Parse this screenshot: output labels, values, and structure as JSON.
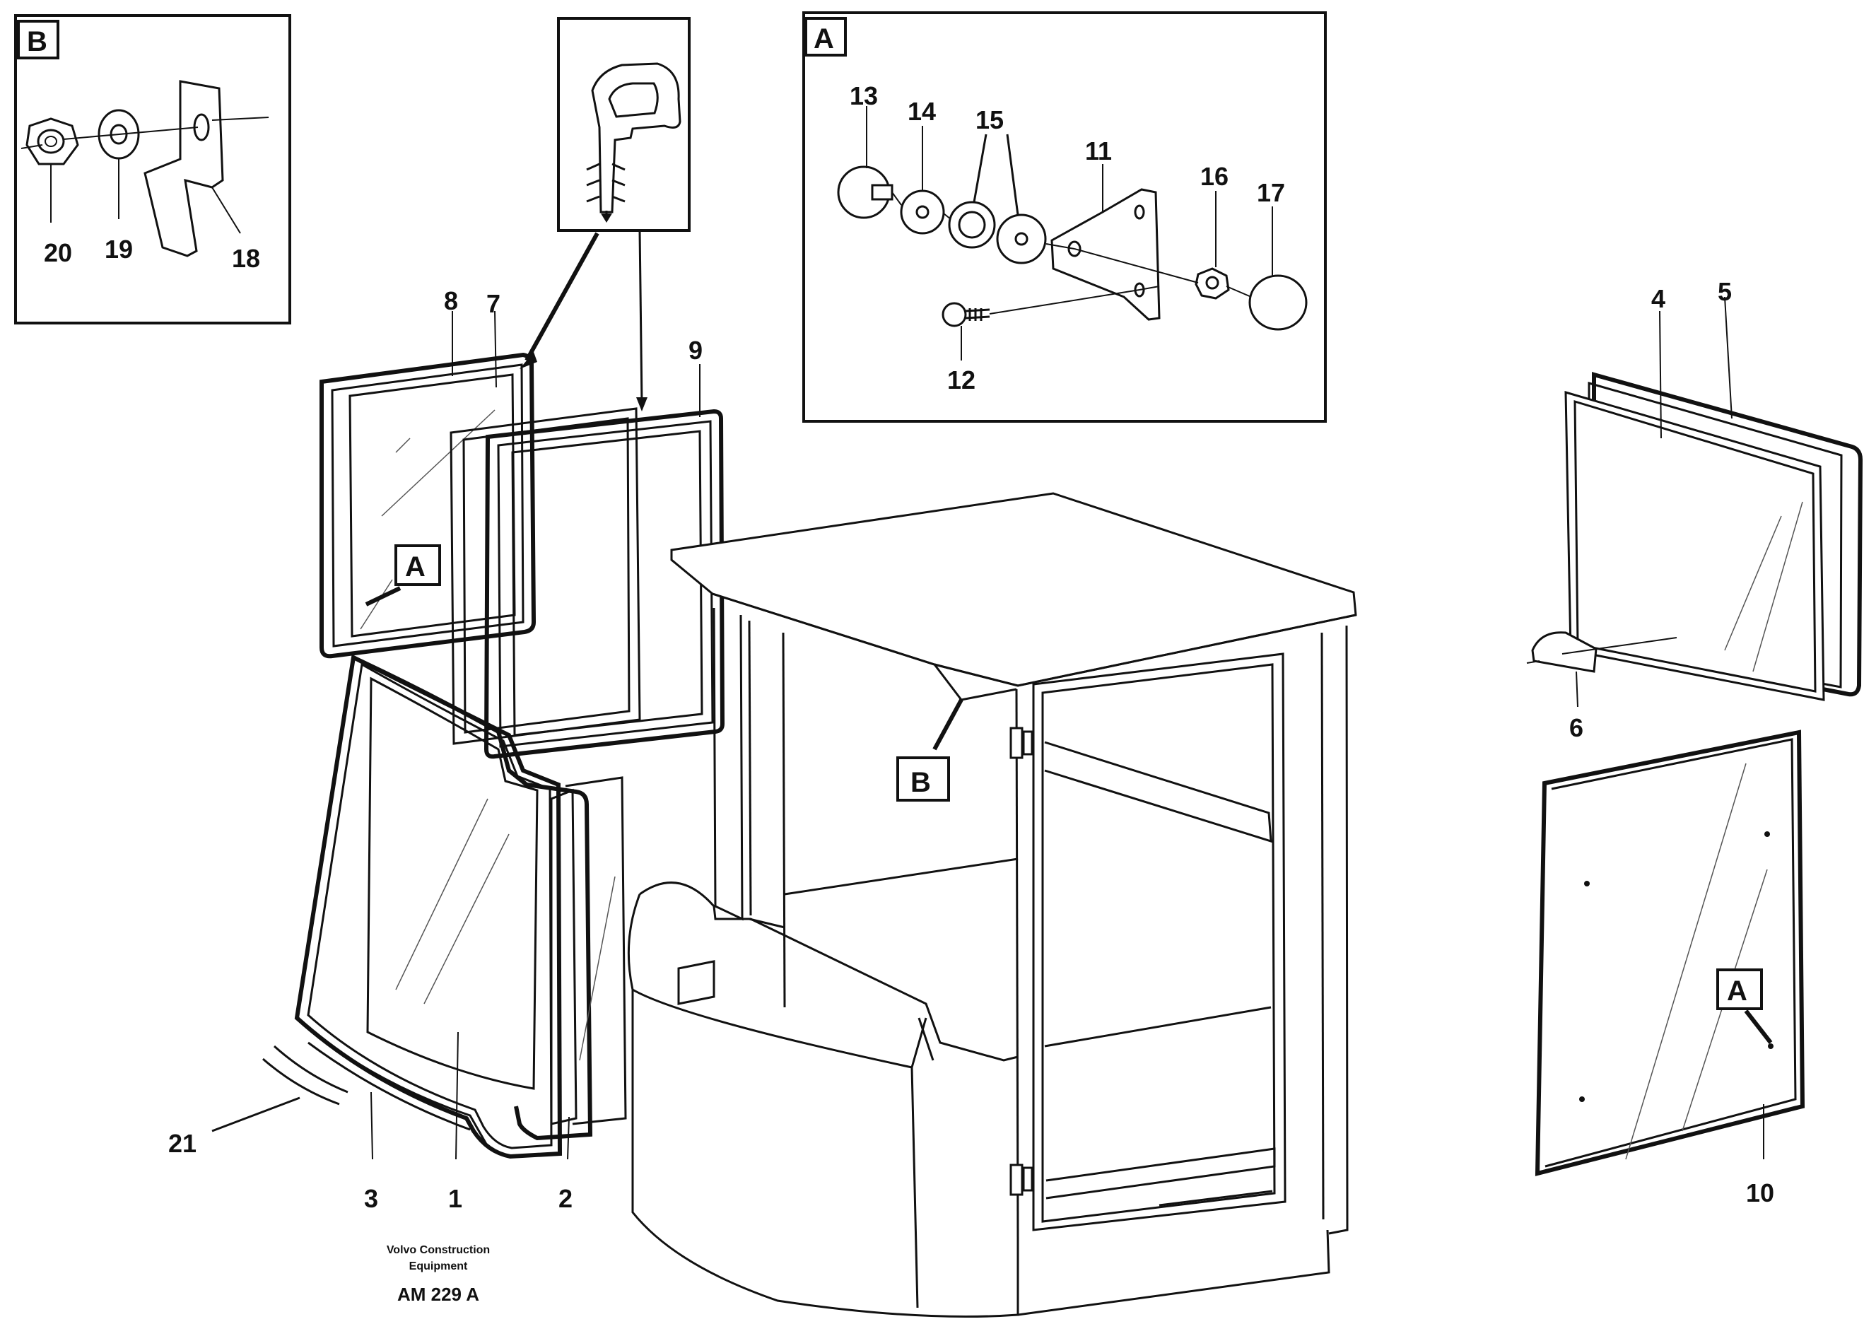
{
  "inset_b": {
    "tag": "B",
    "labels": [
      "20",
      "19",
      "18"
    ]
  },
  "inset_a": {
    "tag": "A",
    "labels": [
      "13",
      "14",
      "15",
      "11",
      "16",
      "17",
      "12"
    ]
  },
  "callouts": {
    "a_left": "A",
    "b_cab": "B",
    "a_right": "A"
  },
  "labels": {
    "p1": "1",
    "p2": "2",
    "p3": "3",
    "p4": "4",
    "p5": "5",
    "p6": "6",
    "p7": "7",
    "p8": "8",
    "p9": "9",
    "p10": "10",
    "p21": "21"
  },
  "footer": {
    "credit_line1": "Volvo Construction",
    "credit_line2": "Equipment",
    "ref": "AM 229 A"
  }
}
